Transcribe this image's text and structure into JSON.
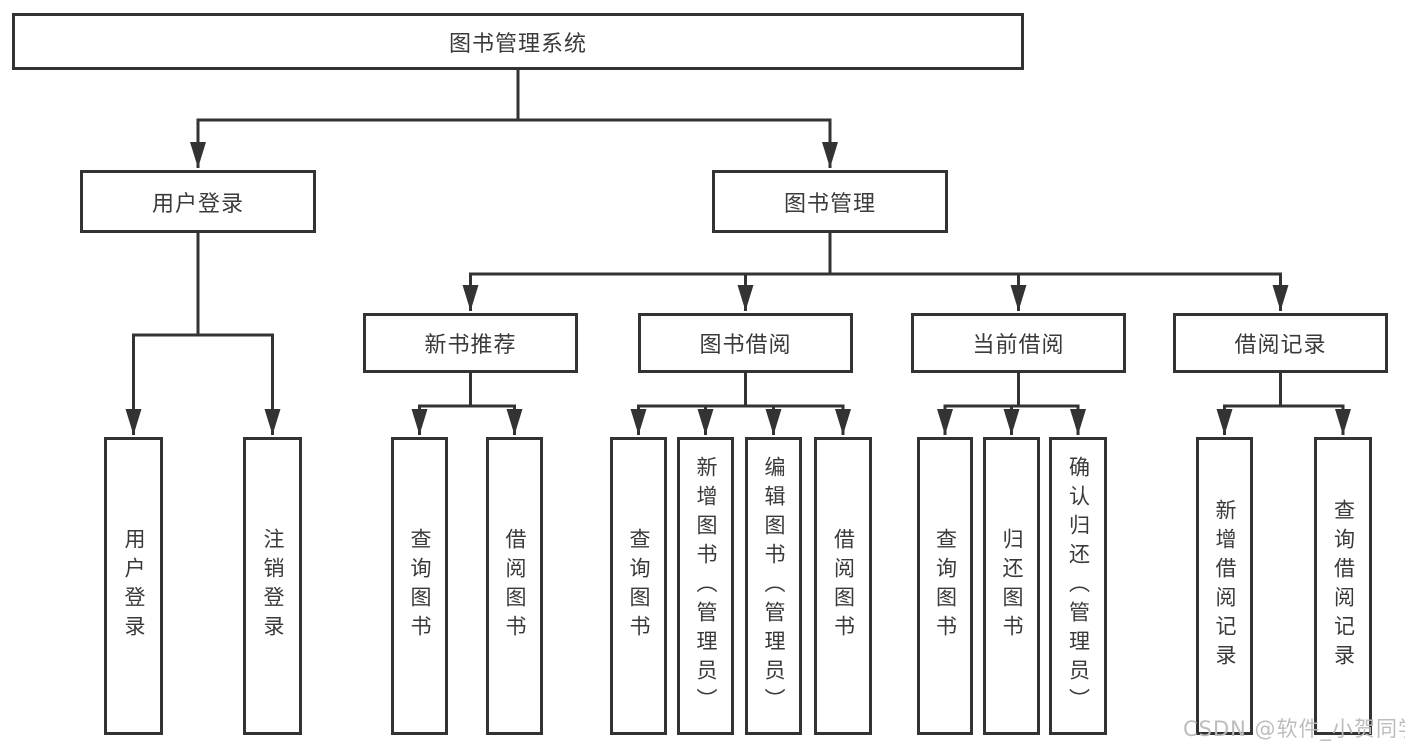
{
  "tree": {
    "root": {
      "label": "图书管理系统"
    },
    "branches": [
      {
        "label": "用户登录",
        "children": [
          {
            "label": "用户登录"
          },
          {
            "label": "注销登录"
          }
        ]
      },
      {
        "label": "图书管理",
        "children": [
          {
            "label": "新书推荐",
            "children": [
              {
                "label": "查询图书"
              },
              {
                "label": "借阅图书"
              }
            ]
          },
          {
            "label": "图书借阅",
            "children": [
              {
                "label": "查询图书"
              },
              {
                "label": "新增图书（管理员）"
              },
              {
                "label": "编辑图书（管理员）"
              },
              {
                "label": "借阅图书"
              }
            ]
          },
          {
            "label": "当前借阅",
            "children": [
              {
                "label": "查询图书"
              },
              {
                "label": "归还图书"
              },
              {
                "label": "确认归还（管理员）"
              }
            ]
          },
          {
            "label": "借阅记录",
            "children": [
              {
                "label": "新增借阅记录"
              },
              {
                "label": "查询借阅记录"
              }
            ]
          }
        ]
      }
    ]
  },
  "colors": {
    "line": "#333333",
    "text": "#3a3a3a",
    "watermark": "#bdbdbd"
  },
  "watermark": {
    "text": "CSDN @软件_小贺同学"
  }
}
